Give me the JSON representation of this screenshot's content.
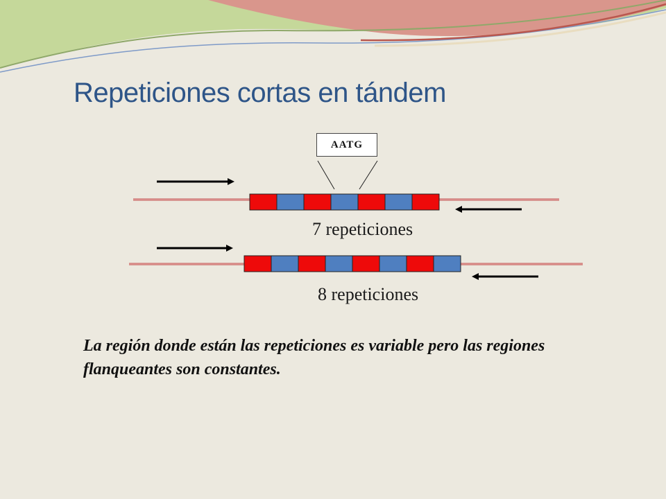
{
  "slide": {
    "title": "Repeticiones cortas en tándem",
    "caption": "La región donde están las repeticiones es variable pero las regiones flanqueantes son constantes."
  },
  "diagram": {
    "motif": "AATG",
    "allele_a": {
      "label": "7 repeticiones",
      "repeat_count": 7
    },
    "allele_b": {
      "label": "8 repeticiones",
      "repeat_count": 8
    }
  },
  "colors": {
    "background": "#ECE9DF",
    "title": "#2E5588",
    "repeat_red": "#EE0A0A",
    "repeat_blue": "#4F7FC0",
    "flank_line": "#C0504D",
    "wave_green": "#C5D89A",
    "wave_pink": "#D9968C"
  }
}
